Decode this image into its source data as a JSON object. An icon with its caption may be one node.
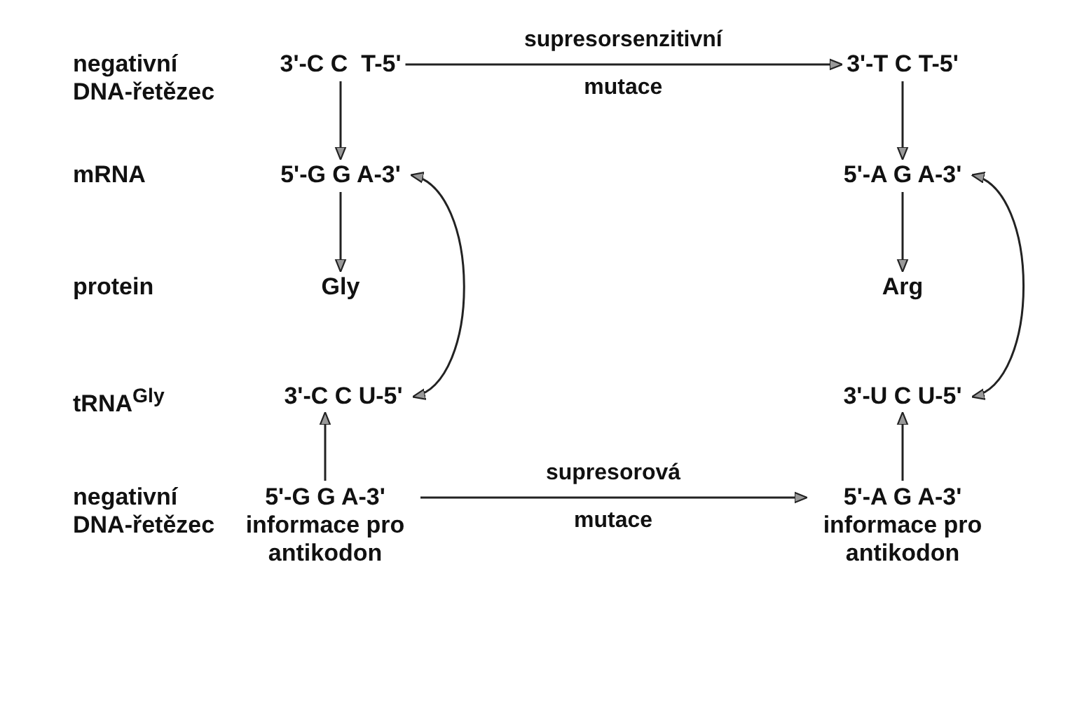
{
  "diagram": {
    "nodes": [
      {
        "text": [
          "3'-C C  T-5'"
        ]
      },
      {
        "text": [
          "5'-G G A-3'"
        ]
      },
      {
        "text": [
          "Gly"
        ]
      },
      {
        "text": [
          "3'-C C U-5'"
        ]
      },
      {
        "text": [
          "5'-G G A-3'",
          "informace pro antikodon"
        ]
      },
      {
        "text": [
          "3'-T C T-5'"
        ]
      },
      {
        "text": [
          "5'-A G A-3'"
        ]
      },
      {
        "text": [
          "Arg"
        ]
      },
      {
        "text": [
          "3'-U C U-5'"
        ]
      },
      {
        "text": [
          "5'-A G A-3'",
          "informace pro antikodon"
        ]
      }
    ],
    "edges": [
      {
        "from": 0,
        "to": 5,
        "arrow": "to",
        "label": "supresorsenzitivní mutace"
      },
      {
        "from": 0,
        "to": 1,
        "arrow": "to"
      },
      {
        "from": 1,
        "to": 2,
        "arrow": "to"
      },
      {
        "from": 3,
        "to": 1,
        "arrow": "both"
      },
      {
        "from": 4,
        "to": 3,
        "arrow": "to"
      },
      {
        "from": 5,
        "to": 6,
        "arrow": "to"
      },
      {
        "from": 6,
        "to": 7,
        "arrow": "to"
      },
      {
        "from": 8,
        "to": 6,
        "arrow": "both"
      },
      {
        "from": 9,
        "to": 8,
        "arrow": "to"
      },
      {
        "from": 4,
        "to": 9,
        "arrow": "to",
        "label": "supresorová mutace"
      }
    ],
    "labels": [
      "negativní DNA-řetězec",
      "mRNA",
      "protein",
      "tRNA$^{Gly}$",
      "negativní DNA-řetězec"
    ]
  }
}
